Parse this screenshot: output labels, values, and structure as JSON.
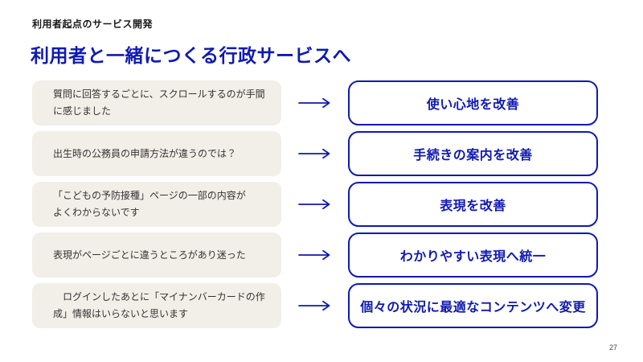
{
  "slide": {
    "eyebrow": "利用者起点のサービス開発",
    "title": "利用者と一緒につくる行政サービスへ",
    "page_number": "27"
  },
  "colors": {
    "accent_blue": "#0f1ab0",
    "feedback_box_bg": "#f2efe8",
    "feedback_text": "#333333",
    "background": "#ffffff"
  },
  "icons": {
    "arrow": "arrow-right-icon"
  },
  "rows": [
    {
      "feedback": "質問に回答するごとに、スクロールするのが手間\nに感じました",
      "improvement": "使い心地を改善"
    },
    {
      "feedback": "出生時の公務員の申請方法が違うのでは？",
      "improvement": "手続きの案内を改善"
    },
    {
      "feedback": "「こどもの予防接種」ページの一部の内容が\nよくわからないです",
      "improvement": "表現を改善"
    },
    {
      "feedback": "表現がページごとに違うところがあり迷った",
      "improvement": "わかりやすい表現へ統一"
    },
    {
      "feedback": "　ログインしたあとに「マイナンバーカードの作\n成」情報はいらないと思います",
      "improvement": "個々の状況に最適なコンテンツへ変更"
    }
  ]
}
